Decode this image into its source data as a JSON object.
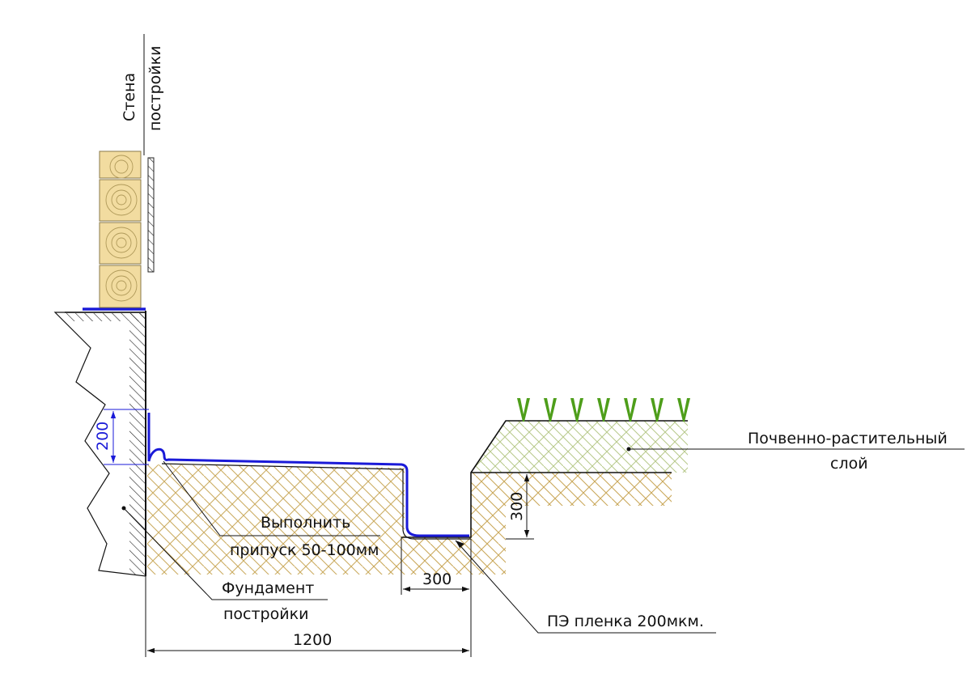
{
  "labels": {
    "wall_line1": "Стена",
    "wall_line2": "постройки",
    "soil_line1": "Почвенно-растительный",
    "soil_line2": "слой",
    "allowance_line1": "Выполнить",
    "allowance_line2": "припуск 50-100мм",
    "foundation_line1": "Фундамент",
    "foundation_line2": "постройки",
    "film": "ПЭ пленка 200мкм."
  },
  "dimensions": {
    "upturn_height": "200",
    "soil_depth": "300",
    "trench_width": "300",
    "total_width": "1200"
  },
  "grass_count": 7,
  "colors": {
    "film": "#1a1ad8",
    "grass": "#4e9e1a",
    "soil_hatch": "#c9a85a",
    "topsoil_hatch": "#b7c98a",
    "wood_fill": "#f2dca0",
    "wood_line": "#b09a5a",
    "line": "#111111"
  }
}
